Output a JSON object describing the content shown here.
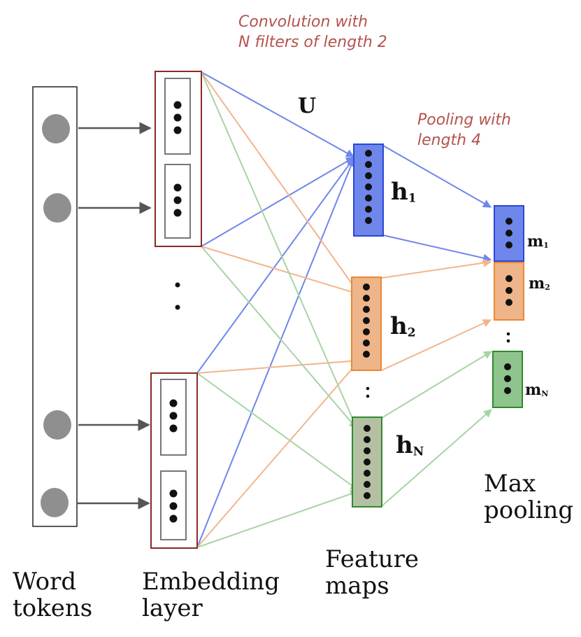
{
  "annotations": {
    "convolution_line1": "Convolution with",
    "convolution_line2": "N filters of length 2",
    "pooling_line1": "Pooling with",
    "pooling_line2": "length 4"
  },
  "symbols": {
    "weights": "U",
    "h1_base": "h",
    "h1_sub": "1",
    "h2_base": "h",
    "h2_sub": "2",
    "hN_base": "h",
    "hN_sub": "N",
    "m1_base": "m",
    "m1_sub": "1",
    "m2_base": "m",
    "m2_sub": "2",
    "mN_base": "m",
    "mN_sub": "N"
  },
  "layers": {
    "word_tokens_line1": "Word",
    "word_tokens_line2": "tokens",
    "embedding_line1": "Embedding",
    "embedding_line2": "layer",
    "feature_maps_line1": "Feature",
    "feature_maps_line2": "maps",
    "max_pooling_line1": "Max",
    "max_pooling_line2": "pooling"
  },
  "colors": {
    "blue": "#6f86ea",
    "orange": "#f2b58d",
    "green": "#a8d4a5",
    "embedding_border": "#8b2a22",
    "token_circle": "#8f8f8f"
  }
}
